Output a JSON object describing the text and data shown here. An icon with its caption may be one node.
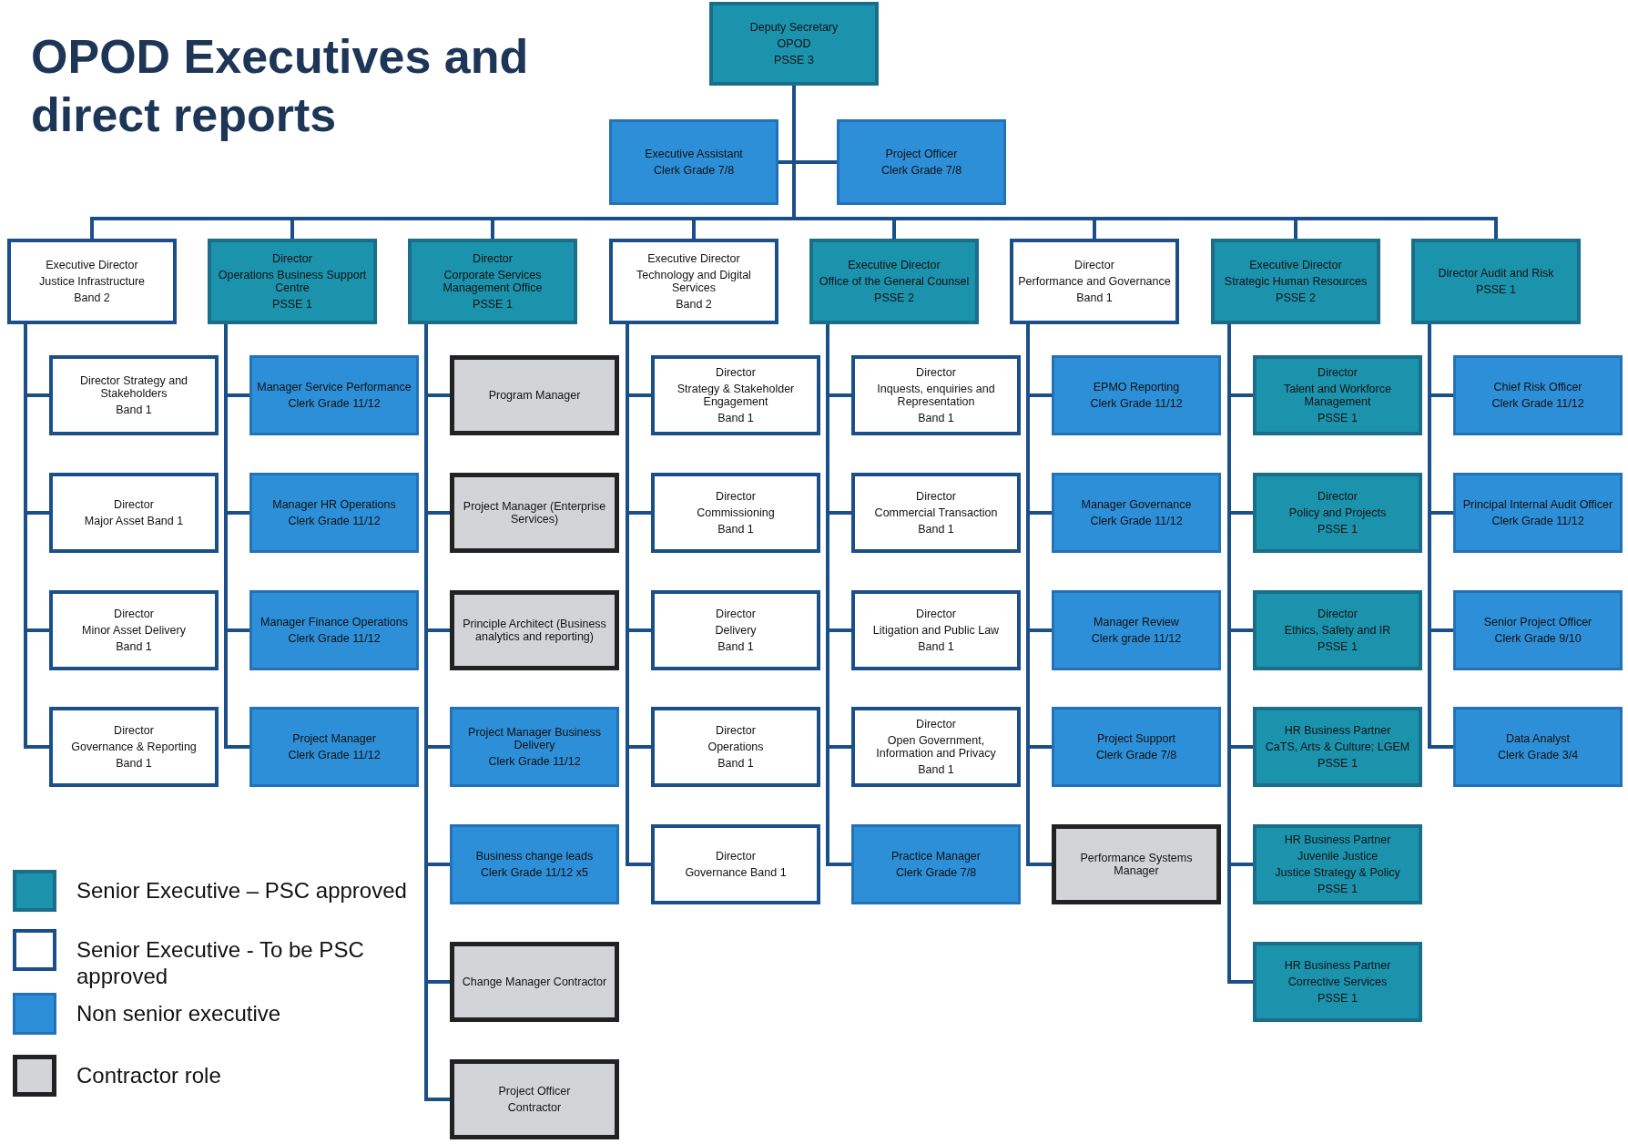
{
  "diagram": {
    "title": "OPOD Executives and direct reports",
    "nodes": [
      {
        "text": [
          "Deputy Secretary",
          "OPOD",
          "PSSE 3"
        ]
      },
      {
        "text": [
          "Executive Assistant",
          "Clerk Grade 7/8"
        ]
      },
      {
        "text": [
          "Project Officer",
          "Clerk Grade 7/8"
        ]
      },
      {
        "text": [
          "Executive Director",
          "Justice Infrastructure",
          "Band 2"
        ]
      },
      {
        "text": [
          "Director",
          "Operations Business Support Centre",
          "PSSE 1"
        ]
      },
      {
        "text": [
          "Director",
          "Corporate Services Management Office",
          "PSSE 1"
        ]
      },
      {
        "text": [
          "Executive Director",
          "Technology and Digital Services",
          "Band 2"
        ]
      },
      {
        "text": [
          "Executive Director",
          "Office of the General Counsel",
          "PSSE 2"
        ]
      },
      {
        "text": [
          "Director",
          "Performance and Governance",
          "Band 1"
        ]
      },
      {
        "text": [
          "Executive Director",
          "Strategic Human Resources",
          "PSSE 2"
        ]
      },
      {
        "text": [
          "Director Audit and Risk",
          "PSSE 1"
        ]
      },
      {
        "text": [
          "Director Strategy and Stakeholders",
          "Band 1"
        ]
      },
      {
        "text": [
          "Director",
          "Major Asset Band 1"
        ]
      },
      {
        "text": [
          "Director",
          "Minor Asset Delivery",
          "Band 1"
        ]
      },
      {
        "text": [
          "Director",
          "Governance & Reporting",
          "Band 1"
        ]
      },
      {
        "text": [
          "Manager Service Performance",
          "Clerk Grade 11/12"
        ]
      },
      {
        "text": [
          "Manager HR Operations",
          "Clerk Grade 11/12"
        ]
      },
      {
        "text": [
          "Manager Finance Operations",
          "Clerk Grade 11/12"
        ]
      },
      {
        "text": [
          "Project Manager",
          "Clerk Grade 11/12"
        ]
      },
      {
        "text": [
          "Program Manager"
        ]
      },
      {
        "text": [
          "Project Manager (Enterprise Services)"
        ]
      },
      {
        "text": [
          "Principle Architect (Business analytics and reporting)"
        ]
      },
      {
        "text": [
          "Project Manager Business Delivery",
          "Clerk Grade 11/12"
        ]
      },
      {
        "text": [
          "Business change leads",
          "Clerk Grade 11/12 x5"
        ]
      },
      {
        "text": [
          "Change Manager Contractor"
        ]
      },
      {
        "text": [
          "Project Officer",
          "Contractor"
        ]
      },
      {
        "text": [
          "Director",
          "Strategy & Stakeholder Engagement",
          "Band 1"
        ]
      },
      {
        "text": [
          "Director",
          "Commissioning",
          "Band 1"
        ]
      },
      {
        "text": [
          "Director",
          "Delivery",
          "Band 1"
        ]
      },
      {
        "text": [
          "Director",
          "Operations",
          "Band 1"
        ]
      },
      {
        "text": [
          "Director",
          "Governance Band 1"
        ]
      },
      {
        "text": [
          "Director",
          "Inquests, enquiries and Representation",
          "Band 1"
        ]
      },
      {
        "text": [
          "Director",
          "Commercial Transaction",
          "Band 1"
        ]
      },
      {
        "text": [
          "Director",
          "Litigation and Public Law",
          "Band 1"
        ]
      },
      {
        "text": [
          "Director",
          "Open Government, Information and Privacy",
          "Band 1"
        ]
      },
      {
        "text": [
          "Practice Manager",
          "Clerk Grade 7/8"
        ]
      },
      {
        "text": [
          "EPMO Reporting",
          "Clerk Grade 11/12"
        ]
      },
      {
        "text": [
          "Manager Governance",
          "Clerk Grade 11/12"
        ]
      },
      {
        "text": [
          "Manager Review",
          "Clerk grade 11/12"
        ]
      },
      {
        "text": [
          "Project Support",
          "Clerk Grade 7/8"
        ]
      },
      {
        "text": [
          "Performance Systems Manager"
        ]
      },
      {
        "text": [
          "Director",
          "Talent and Workforce Management",
          "PSSE 1"
        ]
      },
      {
        "text": [
          "Director",
          "Policy and Projects",
          "PSSE 1"
        ]
      },
      {
        "text": [
          "Director",
          "Ethics, Safety and IR",
          "PSSE 1"
        ]
      },
      {
        "text": [
          "HR Business Partner",
          "CaTS, Arts & Culture; LGEM",
          "PSSE 1"
        ]
      },
      {
        "text": [
          "HR Business Partner",
          "Juvenile Justice",
          "Justice Strategy & Policy",
          "PSSE 1"
        ]
      },
      {
        "text": [
          "HR Business Partner",
          "Corrective Services",
          "PSSE 1"
        ]
      },
      {
        "text": [
          "Chief Risk Officer",
          "Clerk Grade 11/12"
        ]
      },
      {
        "text": [
          "Principal Internal Audit Officer",
          "Clerk Grade 11/12"
        ]
      },
      {
        "text": [
          "Senior Project Officer",
          "Clerk Grade 9/10"
        ]
      },
      {
        "text": [
          "Data Analyst",
          "Clerk Grade 3/4"
        ]
      }
    ],
    "edges": [
      {
        "from": 0,
        "to": 1,
        "arrow": "none"
      },
      {
        "from": 0,
        "to": 2,
        "arrow": "none"
      },
      {
        "from": 0,
        "to": 3,
        "arrow": "none"
      },
      {
        "from": 0,
        "to": 4,
        "arrow": "none"
      },
      {
        "from": 0,
        "to": 5,
        "arrow": "none"
      },
      {
        "from": 0,
        "to": 6,
        "arrow": "none"
      },
      {
        "from": 0,
        "to": 7,
        "arrow": "none"
      },
      {
        "from": 0,
        "to": 8,
        "arrow": "none"
      },
      {
        "from": 0,
        "to": 9,
        "arrow": "none"
      },
      {
        "from": 0,
        "to": 10,
        "arrow": "none"
      },
      {
        "from": 3,
        "to": 11,
        "arrow": "none"
      },
      {
        "from": 3,
        "to": 12,
        "arrow": "none"
      },
      {
        "from": 3,
        "to": 13,
        "arrow": "none"
      },
      {
        "from": 3,
        "to": 14,
        "arrow": "none"
      },
      {
        "from": 4,
        "to": 15,
        "arrow": "none"
      },
      {
        "from": 4,
        "to": 16,
        "arrow": "none"
      },
      {
        "from": 4,
        "to": 17,
        "arrow": "none"
      },
      {
        "from": 4,
        "to": 18,
        "arrow": "none"
      },
      {
        "from": 5,
        "to": 19,
        "arrow": "none"
      },
      {
        "from": 5,
        "to": 20,
        "arrow": "none"
      },
      {
        "from": 5,
        "to": 21,
        "arrow": "none"
      },
      {
        "from": 5,
        "to": 22,
        "arrow": "none"
      },
      {
        "from": 5,
        "to": 23,
        "arrow": "none"
      },
      {
        "from": 5,
        "to": 24,
        "arrow": "none"
      },
      {
        "from": 5,
        "to": 25,
        "arrow": "none"
      },
      {
        "from": 6,
        "to": 26,
        "arrow": "none"
      },
      {
        "from": 6,
        "to": 27,
        "arrow": "none"
      },
      {
        "from": 6,
        "to": 28,
        "arrow": "none"
      },
      {
        "from": 6,
        "to": 29,
        "arrow": "none"
      },
      {
        "from": 6,
        "to": 30,
        "arrow": "none"
      },
      {
        "from": 7,
        "to": 31,
        "arrow": "none"
      },
      {
        "from": 7,
        "to": 32,
        "arrow": "none"
      },
      {
        "from": 7,
        "to": 33,
        "arrow": "none"
      },
      {
        "from": 7,
        "to": 34,
        "arrow": "none"
      },
      {
        "from": 7,
        "to": 35,
        "arrow": "none"
      },
      {
        "from": 8,
        "to": 36,
        "arrow": "none"
      },
      {
        "from": 8,
        "to": 37,
        "arrow": "none"
      },
      {
        "from": 8,
        "to": 38,
        "arrow": "none"
      },
      {
        "from": 8,
        "to": 39,
        "arrow": "none"
      },
      {
        "from": 8,
        "to": 40,
        "arrow": "none"
      },
      {
        "from": 9,
        "to": 41,
        "arrow": "none"
      },
      {
        "from": 9,
        "to": 42,
        "arrow": "none"
      },
      {
        "from": 9,
        "to": 43,
        "arrow": "none"
      },
      {
        "from": 9,
        "to": 44,
        "arrow": "none"
      },
      {
        "from": 9,
        "to": 45,
        "arrow": "none"
      },
      {
        "from": 9,
        "to": 46,
        "arrow": "none"
      },
      {
        "from": 10,
        "to": 47,
        "arrow": "none"
      },
      {
        "from": 10,
        "to": 48,
        "arrow": "none"
      },
      {
        "from": 10,
        "to": 49,
        "arrow": "none"
      },
      {
        "from": 10,
        "to": 50,
        "arrow": "none"
      }
    ],
    "legend": [
      {
        "text": "Senior Executive – PSC approved",
        "color": "#1c93ad"
      },
      {
        "text": "Senior Executive - To be PSC approved",
        "color": "#ffffff"
      },
      {
        "text": "Non senior executive",
        "color": "#2d8fd8"
      },
      {
        "text": "Contractor role",
        "color": "#d3d4d8"
      }
    ]
  }
}
